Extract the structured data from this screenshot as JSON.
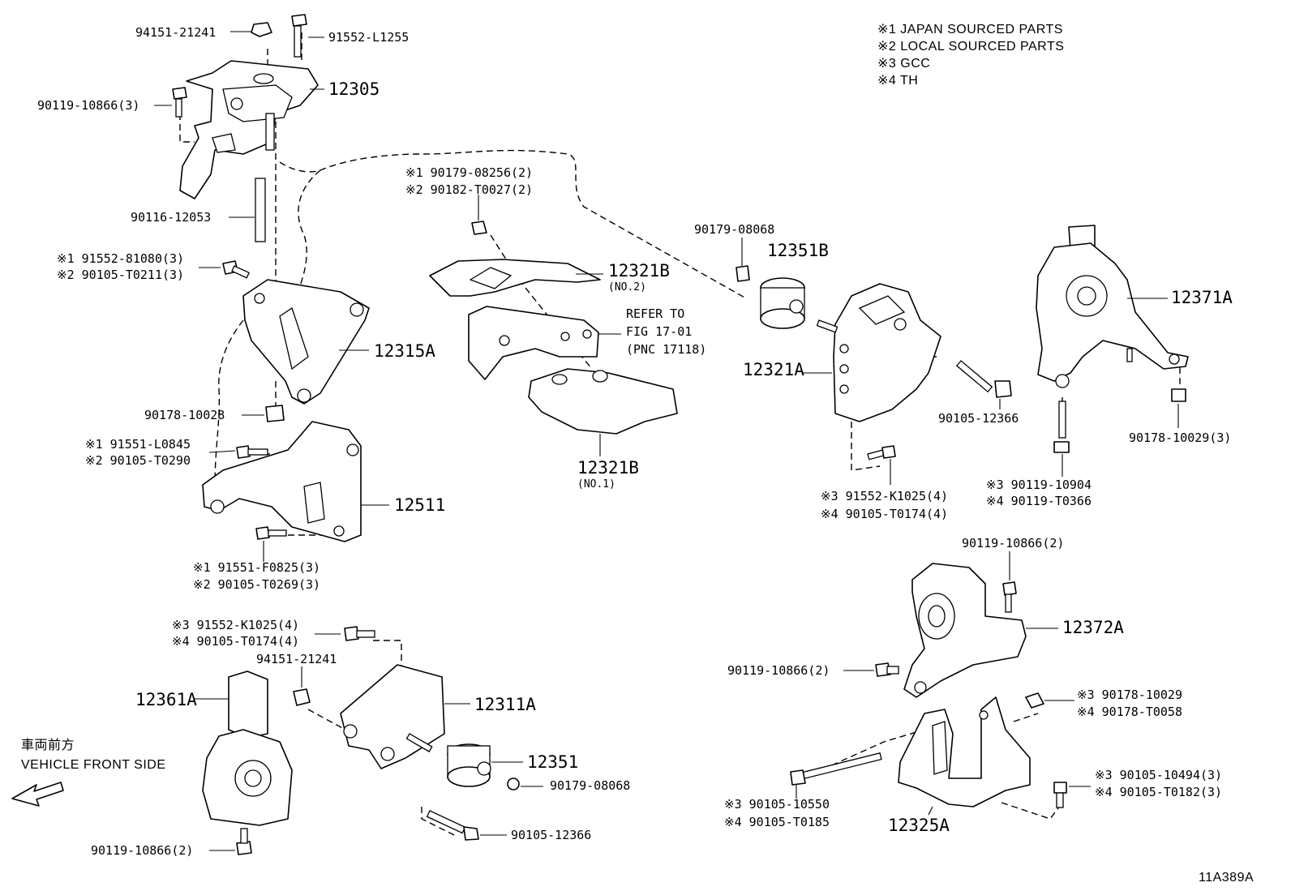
{
  "notes": [
    "※1 JAPAN SOURCED PARTS",
    "※2 LOCAL SOURCED PARTS",
    "※3 GCC",
    "※4 TH"
  ],
  "parts": {
    "p_94151_top": "94151-21241",
    "p_91552_L1255": "91552-L1255",
    "p_12305": "12305",
    "p_90119_10866_3": "90119-10866(3)",
    "p_90116": "90116-12053",
    "p_91552_81080": "※1 91552-81080(3)",
    "p_90105_T0211": "※2 90105-T0211(3)",
    "p_12315A": "12315A",
    "p_90178_10028": "90178-10028",
    "p_91551_L0845": "※1 91551-L0845",
    "p_90105_T0290": "※2 90105-T0290",
    "p_12511": "12511",
    "p_91551_F0825": "※1 91551-F0825(3)",
    "p_90105_T0269": "※2 90105-T0269(3)",
    "p_91552_K1025_left": "※3 91552-K1025(4)",
    "p_90105_T0174_left": "※4 90105-T0174(4)",
    "p_94151_mid": "94151-21241",
    "p_12361A": "12361A",
    "p_12311A": "12311A",
    "p_12351": "12351",
    "p_90179_08068_bot": "90179-08068",
    "p_90105_12366_bot": "90105-12366",
    "p_90119_10866_2_bot": "90119-10866(2)",
    "p_90179_08256": "※1 90179-08256(2)",
    "p_90182_T0027": "※2 90182-T0027(2)",
    "p_12321B_no2": "12321B",
    "p_no2": "(NO.2)",
    "p_refer1": "REFER TO",
    "p_refer2": "FIG 17-01",
    "p_refer3": "(PNC 17118)",
    "p_12321B_no1": "12321B",
    "p_no1": "(NO.1)",
    "p_90179_08068_top": "90179-08068",
    "p_12351B": "12351B",
    "p_12321A": "12321A",
    "p_90105_12366_top": "90105-12366",
    "p_91552_K1025_right": "※3 91552-K1025(4)",
    "p_90105_T0174_right": "※4 90105-T0174(4)",
    "p_12371A": "12371A",
    "p_90178_10029_3": "90178-10029(3)",
    "p_90119_10904": "※3 90119-10904",
    "p_90119_T0366": "※4 90119-T0366",
    "p_90119_10866_2_right": "90119-10866(2)",
    "p_12372A": "12372A",
    "p_90119_10866_2_mid": "90119-10866(2)",
    "p_90178_10029": "※3 90178-10029",
    "p_90178_T0058": "※4 90178-T0058",
    "p_90105_10494": "※3 90105-10494(3)",
    "p_90105_T0182": "※4 90105-T0182(3)",
    "p_90105_10550": "※3 90105-10550",
    "p_90105_T0185": "※4 90105-T0185",
    "p_12325A": "12325A"
  },
  "direction": {
    "jp": "車両前方",
    "en": "VEHICLE FRONT SIDE"
  },
  "figure_id": "11A389A"
}
